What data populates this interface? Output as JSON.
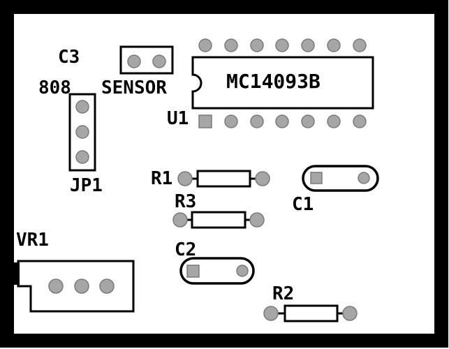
{
  "colors": {
    "board": "#ffffff",
    "outline": "#000000",
    "silkscreen": "#000000",
    "pad": "#a6a6a6",
    "pad_outline": "#7a7a7a"
  },
  "labels": {
    "c3": "C3",
    "c3_value": "808",
    "sensor": "SENSOR",
    "ic_part": "MC14093B",
    "u1": "U1",
    "jp1": "JP1",
    "r1": "R1",
    "r3": "R3",
    "c1": "C1",
    "vr1": "VR1",
    "c2": "C2",
    "r2": "R2"
  },
  "components": {
    "sensor_header_pins": 2,
    "jp1_header_pins": 3,
    "u1_pins_per_row": 7,
    "vr1_pins": 3
  }
}
